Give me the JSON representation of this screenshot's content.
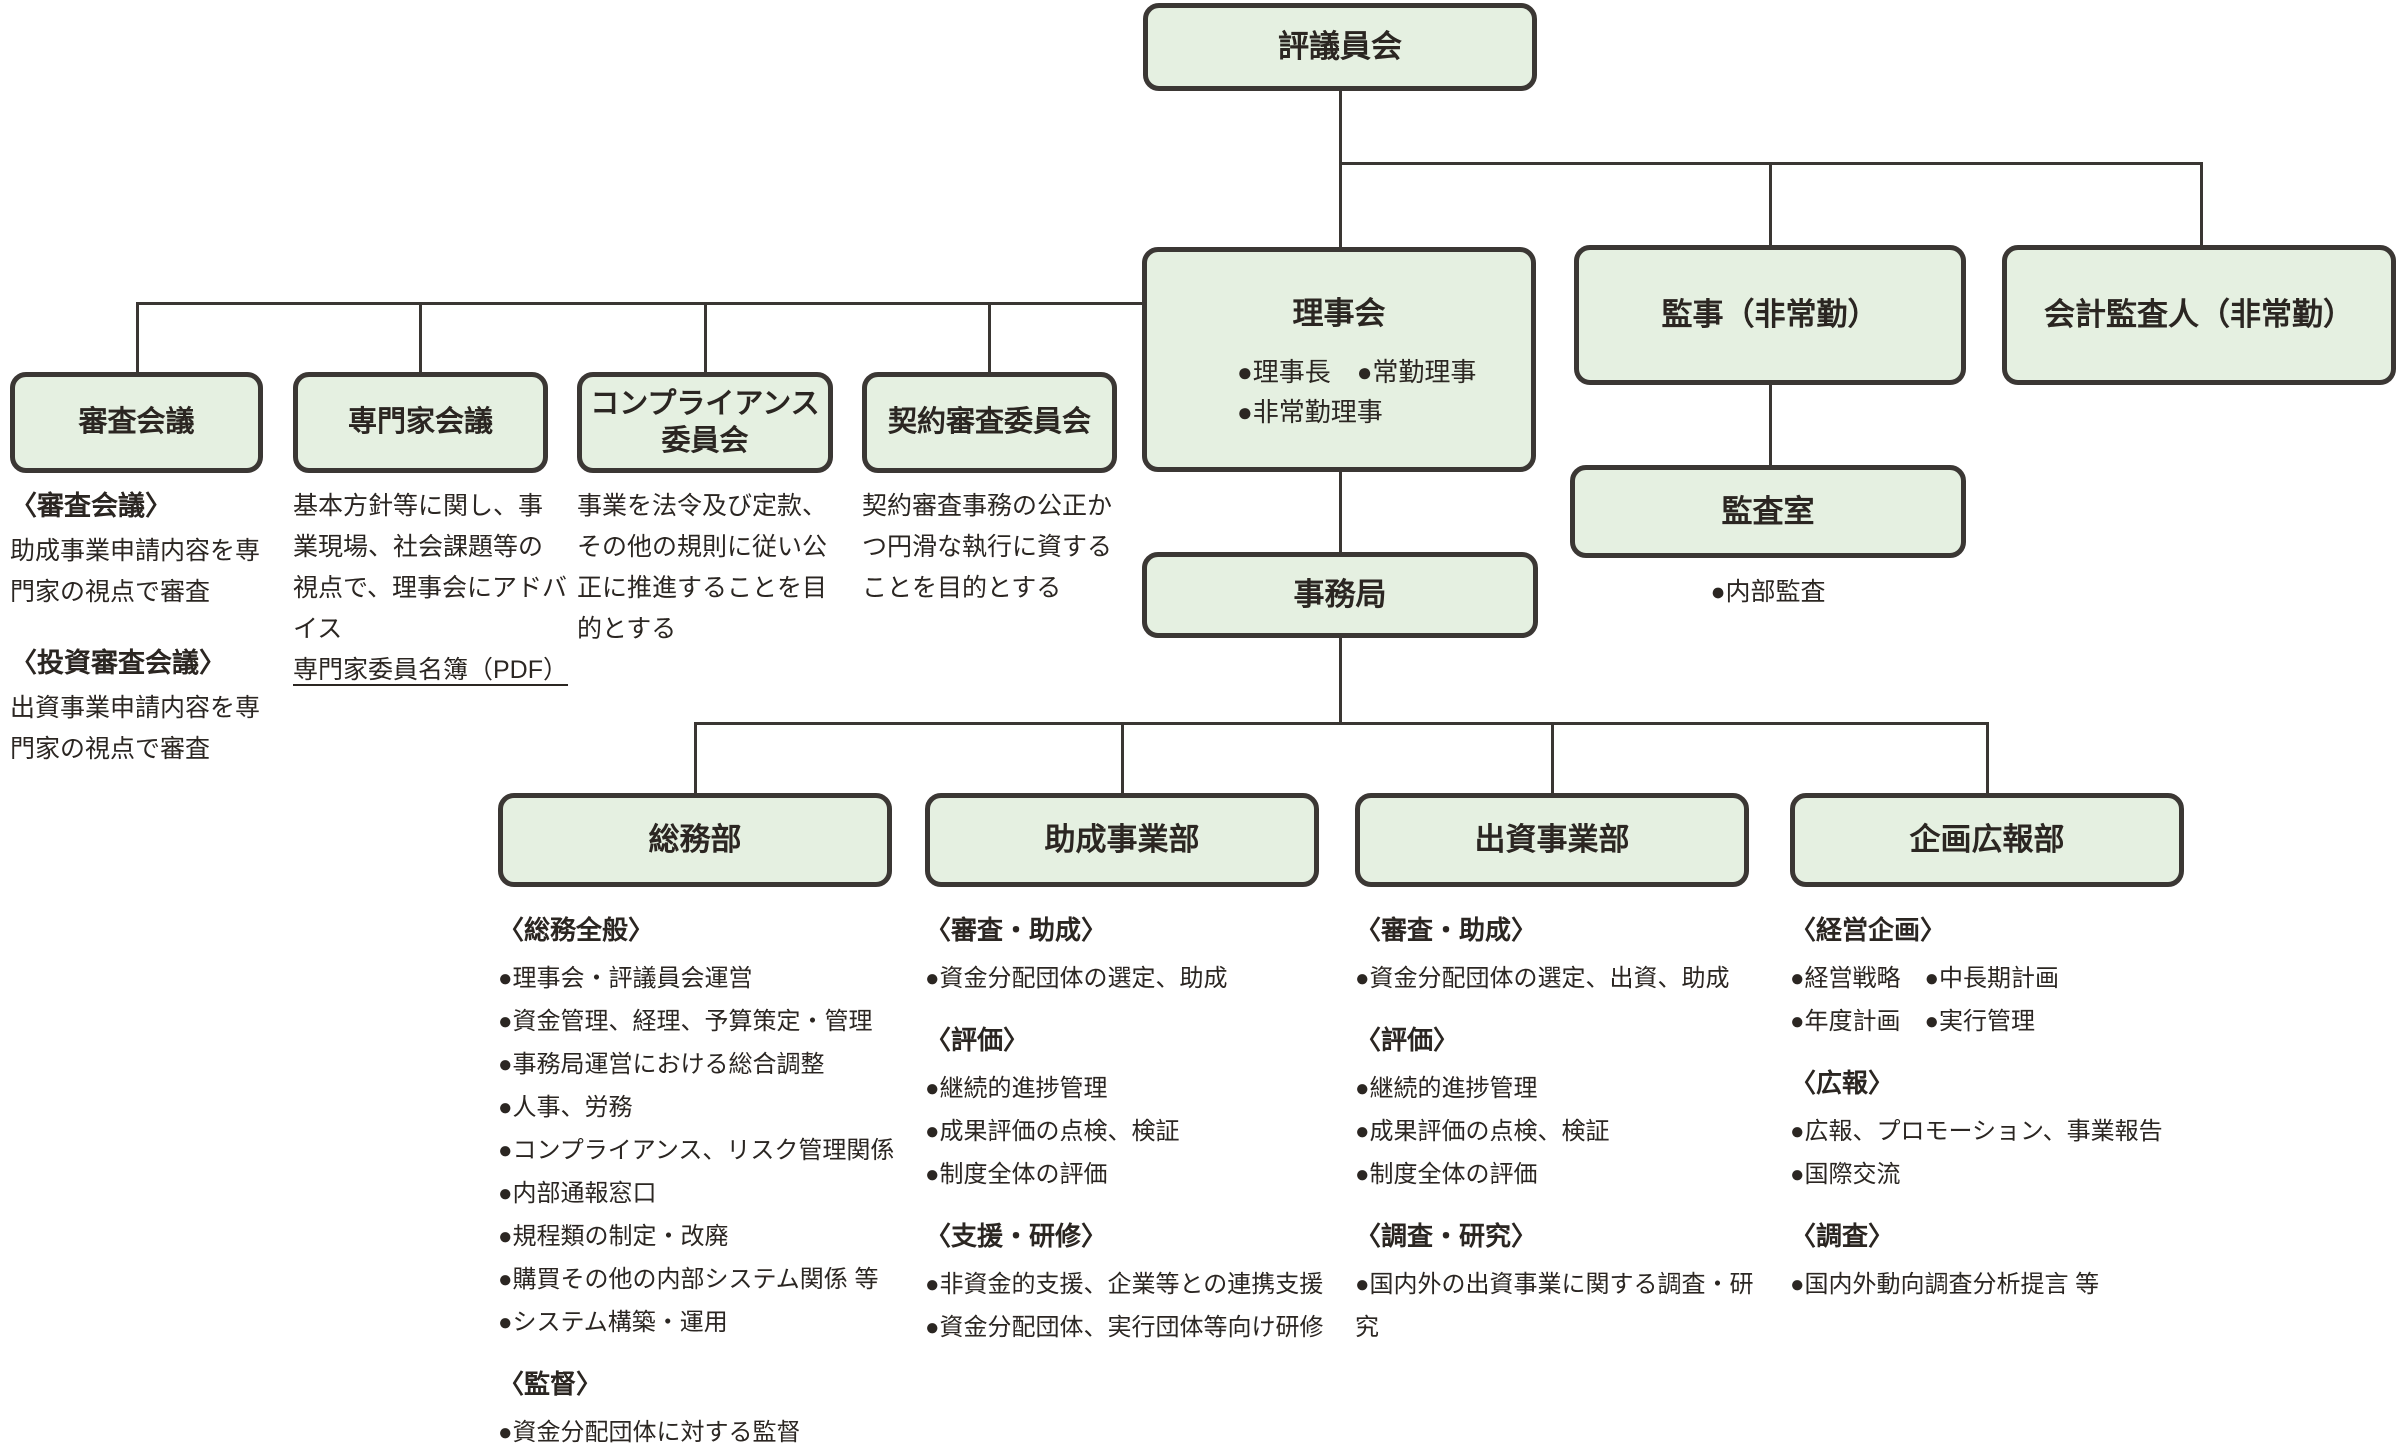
{
  "style": {
    "box_fill": "#e5f0e1",
    "box_border": "#3b3734",
    "line_color": "#3a3633",
    "text_color": "#2b2622",
    "background": "#ffffff"
  },
  "council": {
    "title": "評議員会"
  },
  "board": {
    "title": "理事会",
    "members": "●理事長　●常勤理事\n●非常勤理事"
  },
  "auditor": {
    "title": "監事（非常勤）"
  },
  "accounting_auditor": {
    "title": "会計監査人（非常勤）"
  },
  "audit_office": {
    "title": "監査室",
    "bullet": "●内部監査"
  },
  "secretariat": {
    "title": "事務局"
  },
  "committees": [
    {
      "title": "審査会議",
      "sections": [
        {
          "heading": "〈審査会議〉",
          "body": "助成事業申請内容を専\n門家の視点で審査"
        },
        {
          "heading": "〈投資審査会議〉",
          "body": "出資事業申請内容を専\n門家の視点で審査"
        }
      ]
    },
    {
      "title": "専門家会議",
      "body": "基本方針等に関し、事\n業現場、社会課題等の\n視点で、理事会にアドバ\nイス",
      "link": "専門家委員名簿（PDF）"
    },
    {
      "title": "コンプライアンス\n委員会",
      "body": "事業を法令及び定款、\nその他の規則に従い公\n正に推進することを目\n的とする"
    },
    {
      "title": "契約審査委員会",
      "body": "契約審査事務の公正か\nつ円滑な執行に資する\nことを目的とする"
    }
  ],
  "departments": [
    {
      "title": "総務部",
      "sections": [
        {
          "heading": "〈総務全般〉",
          "items": [
            "●理事会・評議員会運営",
            "●資金管理、経理、予算策定・管理",
            "●事務局運営における総合調整",
            "●人事、労務",
            "●コンプライアンス、リスク管理関係",
            "●内部通報窓口",
            "●規程類の制定・改廃",
            "●購買その他の内部システム関係 等",
            "●システム構築・運用"
          ]
        },
        {
          "heading": "〈監督〉",
          "items": [
            "●資金分配団体に対する監督"
          ]
        }
      ]
    },
    {
      "title": "助成事業部",
      "sections": [
        {
          "heading": "〈審査・助成〉",
          "items": [
            "●資金分配団体の選定、助成"
          ]
        },
        {
          "heading": "〈評価〉",
          "items": [
            "●継続的進捗管理",
            "●成果評価の点検、検証",
            "●制度全体の評価"
          ]
        },
        {
          "heading": "〈支援・研修〉",
          "items": [
            "●非資金的支援、企業等との連携支援",
            "●資金分配団体、実行団体等向け研修"
          ]
        }
      ]
    },
    {
      "title": "出資事業部",
      "sections": [
        {
          "heading": "〈審査・助成〉",
          "items": [
            "●資金分配団体の選定、出資、助成"
          ]
        },
        {
          "heading": "〈評価〉",
          "items": [
            "●継続的進捗管理",
            "●成果評価の点検、検証",
            "●制度全体の評価"
          ]
        },
        {
          "heading": "〈調査・研究〉",
          "items": [
            "●国内外の出資事業に関する調査・研\n究"
          ]
        }
      ]
    },
    {
      "title": "企画広報部",
      "sections": [
        {
          "heading": "〈経営企画〉",
          "items": [
            "●経営戦略　●中長期計画",
            "●年度計画　●実行管理"
          ]
        },
        {
          "heading": "〈広報〉",
          "items": [
            "●広報、プロモーション、事業報告",
            "●国際交流"
          ]
        },
        {
          "heading": "〈調査〉",
          "items": [
            "●国内外動向調査分析提言 等"
          ]
        }
      ]
    }
  ]
}
